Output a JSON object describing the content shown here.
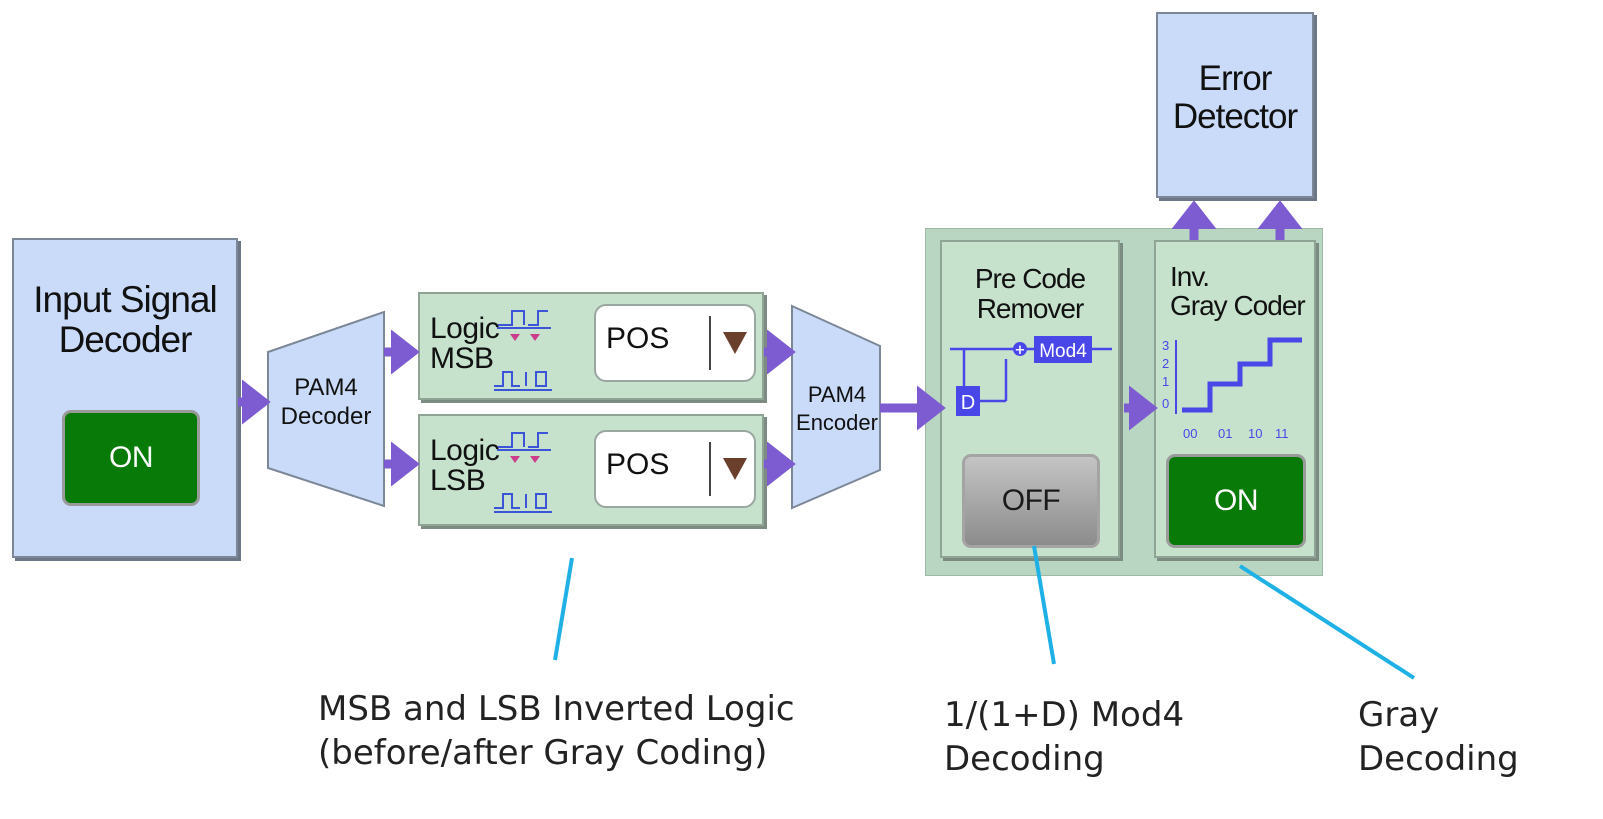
{
  "blocks": {
    "input_decoder": {
      "title_line1": "Input Signal",
      "title_line2": "Decoder",
      "state": "ON"
    },
    "pam4_decoder": {
      "line1": "PAM4",
      "line2": "Decoder"
    },
    "pam4_encoder": {
      "line1": "PAM4",
      "line2": "Encoder"
    },
    "logic_msb": {
      "label_line1": "Logic",
      "label_line2": "MSB",
      "value": "POS"
    },
    "logic_lsb": {
      "label_line1": "Logic",
      "label_line2": "LSB",
      "value": "POS"
    },
    "precode_remover": {
      "title_line1": "Pre Code",
      "title_line2": "Remover",
      "mod_label": "Mod4",
      "delay_label": "D",
      "state": "OFF"
    },
    "inv_gray_coder": {
      "title_line1": "Inv.",
      "title_line2": "Gray Coder",
      "y_ticks": [
        "3",
        "2",
        "1",
        "0"
      ],
      "x_ticks": [
        "00",
        "01",
        "10",
        "11"
      ],
      "state": "ON"
    },
    "error_detector": {
      "title_line1": "Error",
      "title_line2": "Detector"
    }
  },
  "annotations": {
    "logic": {
      "line1": "MSB and LSB Inverted Logic",
      "line2": "(before/after Gray Coding)"
    },
    "precode": {
      "line1": "1/(1+D) Mod4",
      "line2": "Decoding"
    },
    "gray": {
      "line1": "Gray",
      "line2": "Decoding"
    }
  },
  "colors": {
    "accent_arrow": "#7c5cd0",
    "on_green": "#087a08",
    "callout_line": "#1fb1e6",
    "block_blue": "#c9dbf8",
    "panel_green": "#c6e2cd"
  }
}
